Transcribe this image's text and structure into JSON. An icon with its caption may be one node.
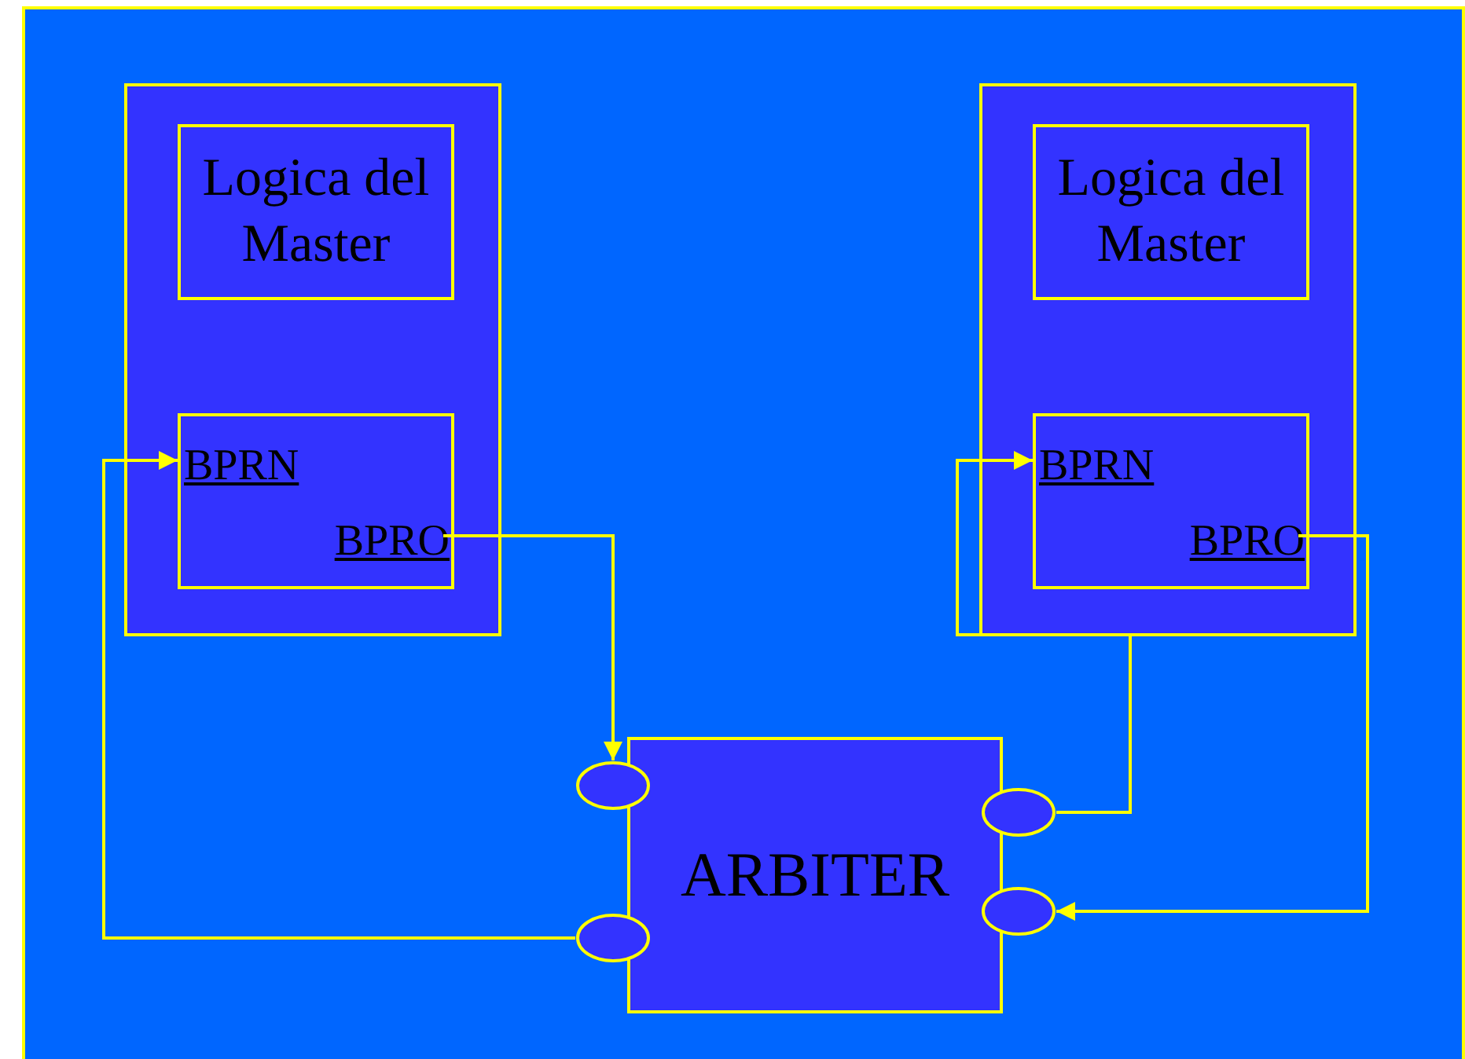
{
  "diagram": {
    "nodes": [
      {
        "text": [],
        "shape": "box"
      },
      {
        "text": [
          "Logica del Master"
        ],
        "in": 0
      },
      {
        "text": [],
        "shape": "box",
        "in": 0
      },
      {
        "text": [
          "BPRN"
        ],
        "in": 2
      },
      {
        "text": [
          "BPRO"
        ],
        "in": 2
      },
      {
        "text": [],
        "shape": "box"
      },
      {
        "text": [
          "Logica del Master"
        ],
        "in": 5
      },
      {
        "text": [],
        "shape": "box",
        "in": 5
      },
      {
        "text": [
          "BPRN"
        ],
        "in": 7
      },
      {
        "text": [
          "BPRO"
        ],
        "in": 7
      },
      {
        "text": [
          "ARBITER"
        ]
      },
      {
        "text": [],
        "shape": "circle"
      },
      {
        "text": [],
        "shape": "circle"
      },
      {
        "text": [],
        "shape": "circle"
      },
      {
        "text": [],
        "shape": "circle"
      }
    ],
    "edges": [
      {
        "from": 4,
        "to": 11,
        "arrow": "to"
      },
      {
        "from": 12,
        "to": 3,
        "arrow": "to"
      },
      {
        "from": 13,
        "to": 8,
        "arrow": "to"
      },
      {
        "from": 9,
        "to": 14,
        "arrow": "to"
      }
    ]
  }
}
